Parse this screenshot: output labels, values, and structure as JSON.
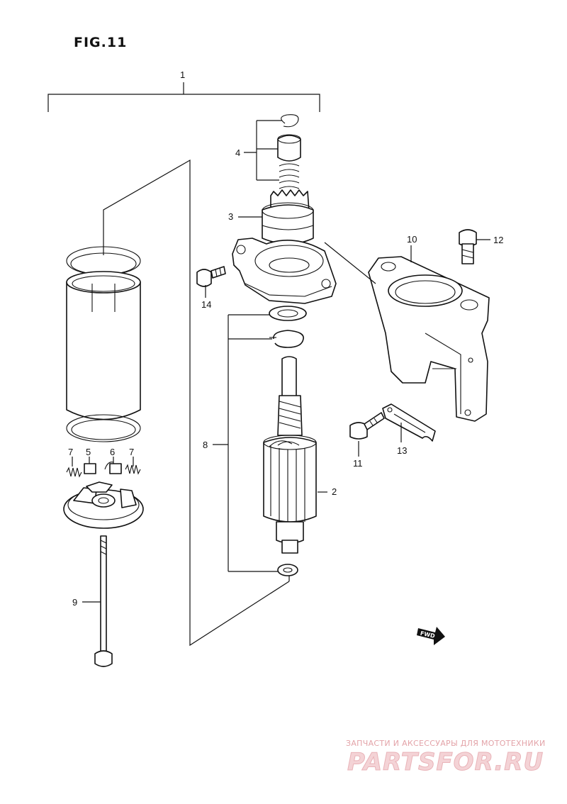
{
  "figure": {
    "title": "FIG.11"
  },
  "callouts": {
    "c1": "1",
    "c2": "2",
    "c3": "3",
    "c4": "4",
    "c5": "5",
    "c6": "6",
    "c7a": "7",
    "c7b": "7",
    "c8": "8",
    "c9": "9",
    "c10": "10",
    "c11": "11",
    "c12": "12",
    "c13": "13",
    "c14": "14"
  },
  "direction_marker": {
    "label": "FWD"
  },
  "watermark": {
    "tagline": "ЗАПЧАСТИ И АКСЕССУАРЫ ДЛЯ МОТОТЕХНИКИ",
    "logo": "PARTSFOR.RU"
  }
}
